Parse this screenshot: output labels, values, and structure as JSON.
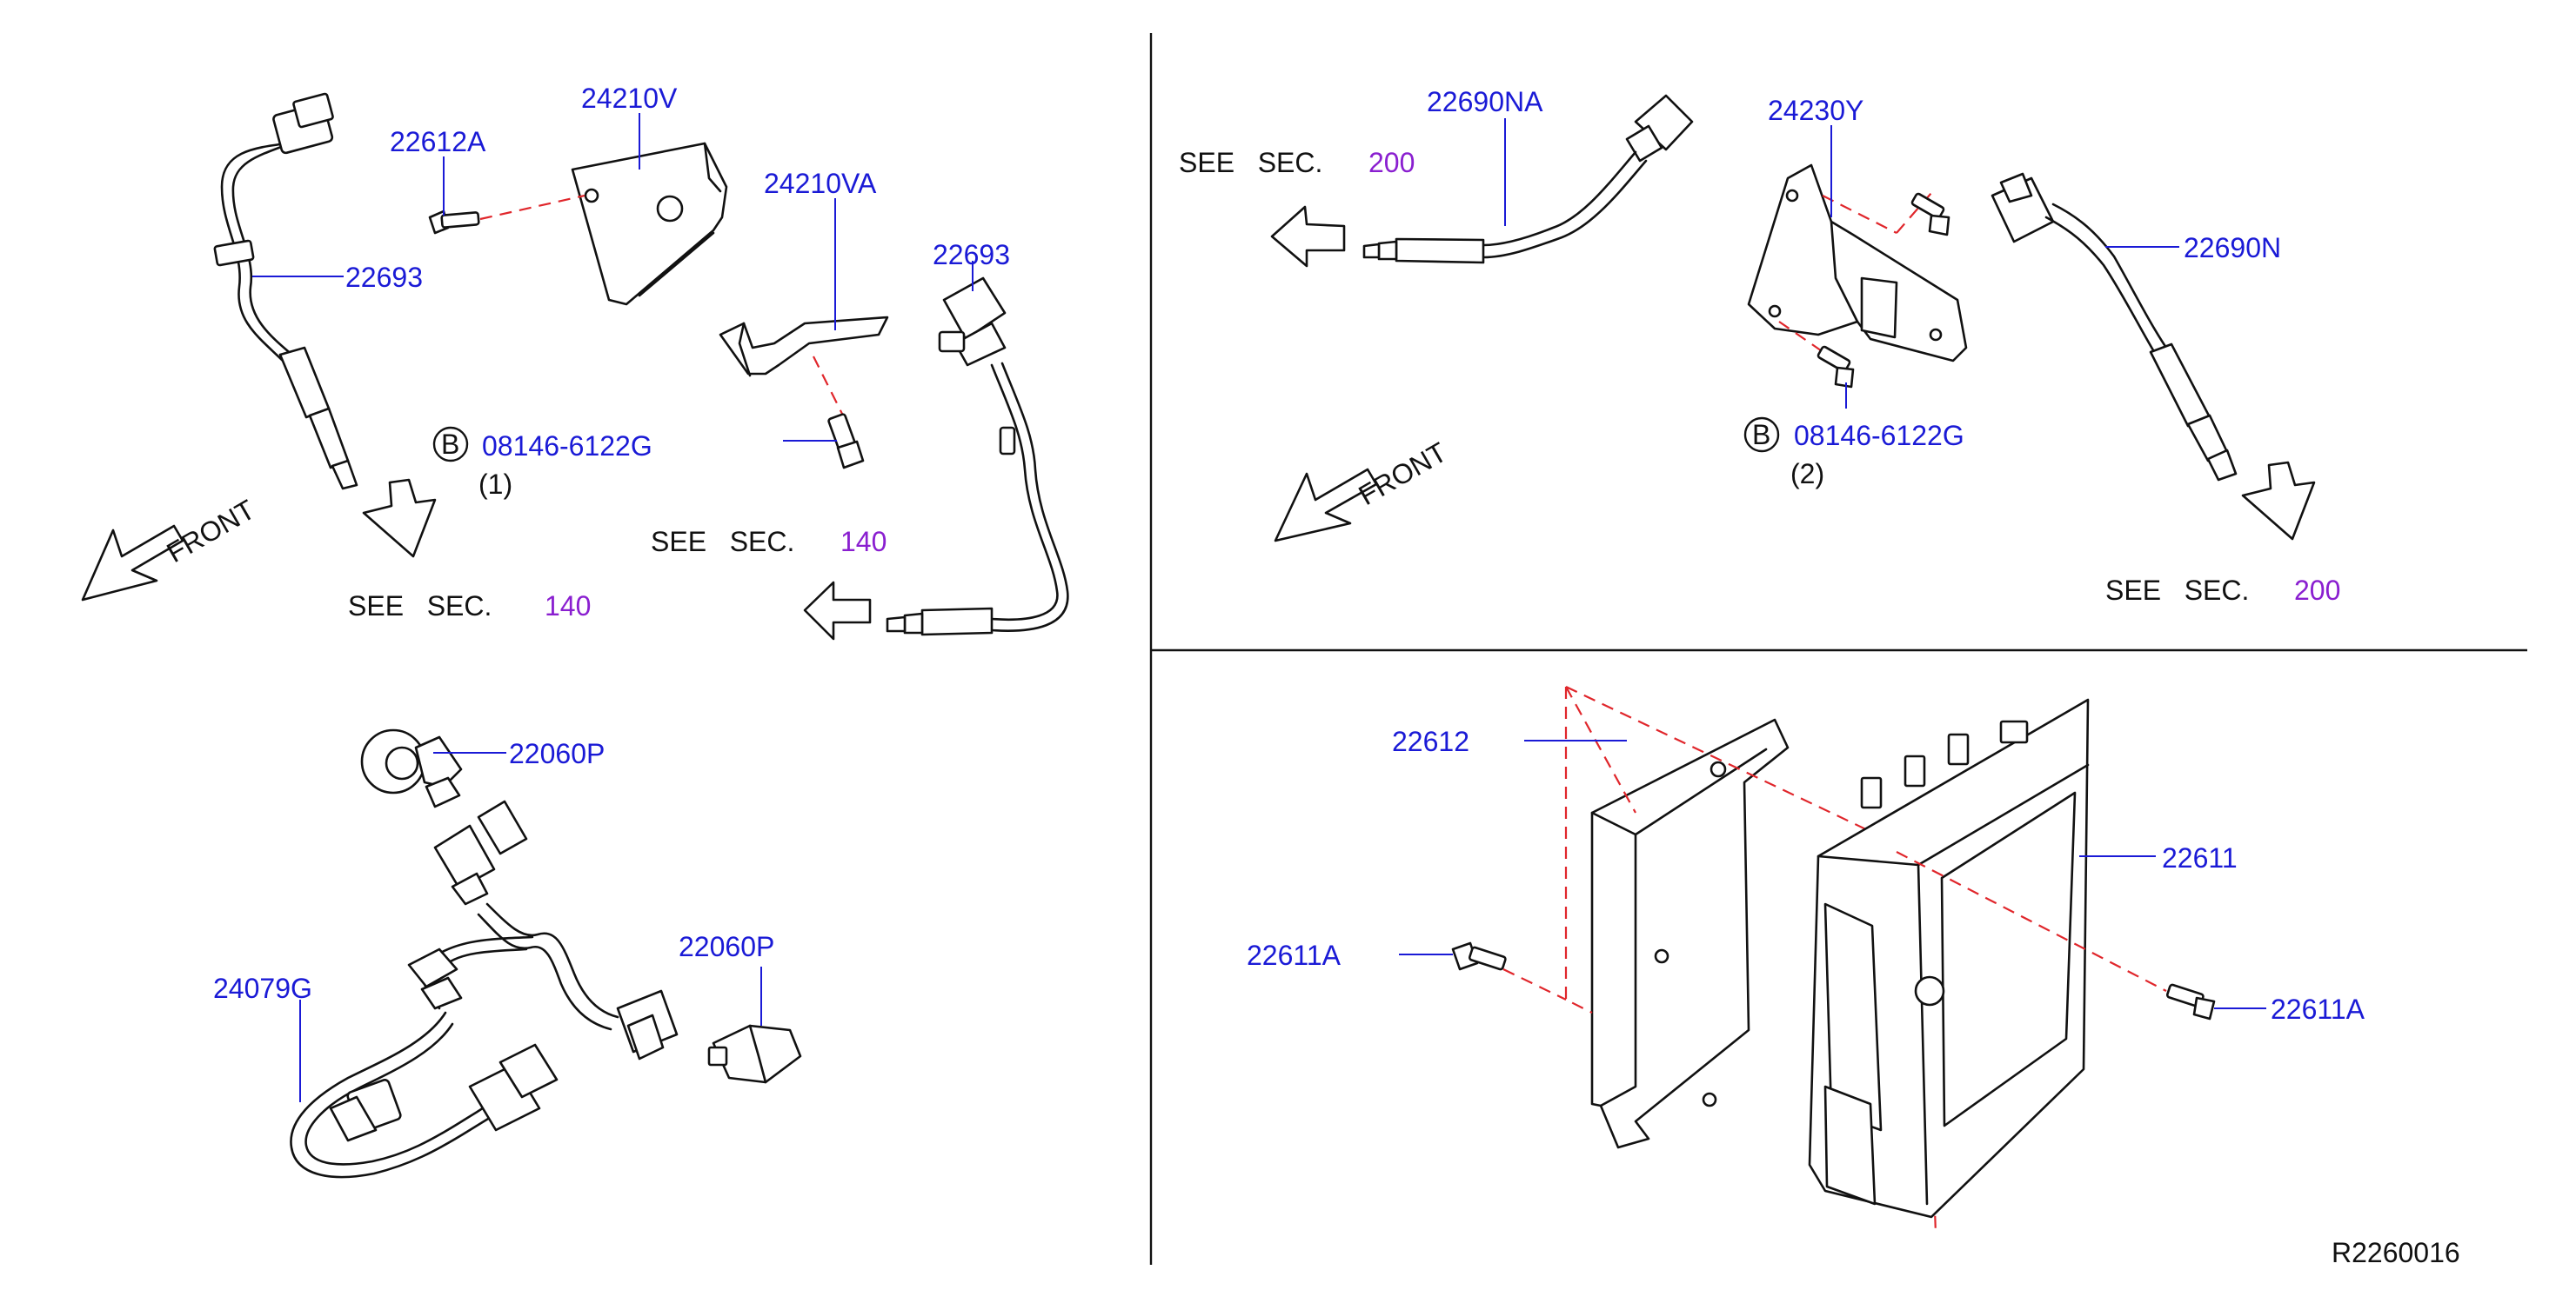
{
  "labels": {
    "p24210V": "24210V",
    "p22612A": "22612A",
    "p22693_left": "22693",
    "p24210VA": "24210VA",
    "p22693_right": "22693",
    "bolt_left_code": "08146-6122G",
    "bolt_left_qty": "(1)",
    "see_sec_140_a_prefix": "SEE   SEC.",
    "see_sec_140_a_num": "140",
    "see_sec_140_b_prefix": "SEE   SEC.",
    "see_sec_140_b_num": "140",
    "front_left": "FRONT",
    "p22690NA": "22690NA",
    "see_sec_200_a_prefix": "SEE   SEC.",
    "see_sec_200_a_num": "200",
    "p24230Y": "24230Y",
    "p22690N": "22690N",
    "bolt_right_code": "08146-6122G",
    "bolt_right_qty": "(2)",
    "front_right": "FRONT",
    "see_sec_200_b_prefix": "SEE   SEC.",
    "see_sec_200_b_num": "200",
    "p22060P_top": "22060P",
    "p22060P_bottom": "22060P",
    "p24079G": "24079G",
    "p22612": "22612",
    "p22611": "22611",
    "p22611A_left": "22611A",
    "p22611A_right": "22611A",
    "drawing_ref": "R2260016",
    "bolt_symbol": "B"
  },
  "colors": {
    "part_number": "#1a1ad6",
    "section_ref": "#8a1fd0",
    "dashed_line": "#e0262b",
    "line_art": "#111111"
  }
}
